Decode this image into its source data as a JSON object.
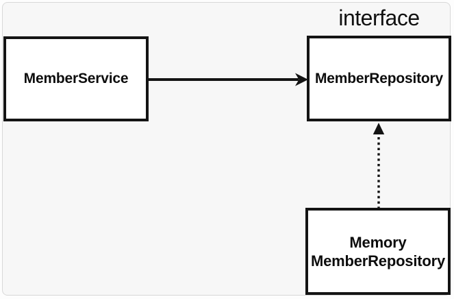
{
  "diagram": {
    "interface_label": "interface",
    "nodes": {
      "member_service": {
        "label": "MemberService"
      },
      "member_repository": {
        "label": "MemberRepository",
        "stereotype": "interface"
      },
      "memory_member_repository": {
        "label_line1": "Memory",
        "label_line2": "MemberRepository"
      }
    },
    "edges": [
      {
        "from": "MemberService",
        "to": "MemberRepository",
        "line": "solid",
        "arrowhead": "open-chevron",
        "direction": "right"
      },
      {
        "from": "Memory MemberRepository",
        "to": "MemberRepository",
        "line": "dotted",
        "arrowhead": "filled-triangle",
        "direction": "up"
      }
    ],
    "colors": {
      "canvas_background": "#f7f7f7",
      "frame_border": "#d8d8d8",
      "node_fill": "#ffffff",
      "stroke": "#141414",
      "text": "#0d0d0d"
    }
  }
}
